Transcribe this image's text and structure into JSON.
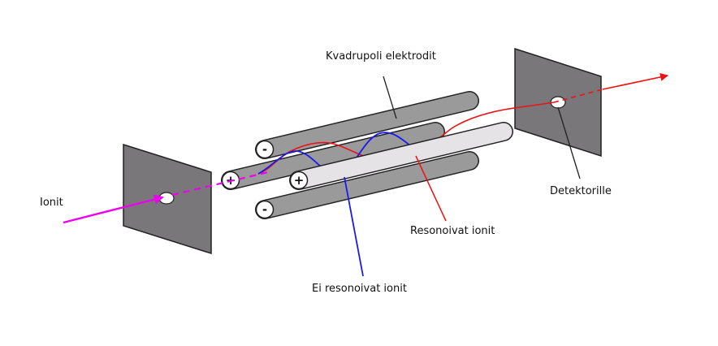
{
  "labels": {
    "ions": "Ionit",
    "quadrupole": "Kvadrupoli elektrodit",
    "detector": "Detektorille",
    "resonant": "Resonoivat ionit",
    "non_resonant": "Ei resonoivat ionit"
  },
  "rods": [
    {
      "sign": "-",
      "shade": "dark"
    },
    {
      "sign": "+",
      "shade": "dark"
    },
    {
      "sign": "+",
      "shade": "light"
    },
    {
      "sign": "-",
      "shade": "dark"
    }
  ],
  "colors": {
    "plate": "#7a777a",
    "rod_dark": "#9b9a9b",
    "rod_light": "#e6e3e6",
    "ion_beam": "#ee00ee",
    "resonant": "#ee1111",
    "non_resonant": "#1a1aee"
  },
  "icons": [
    "arrow-right-icon"
  ]
}
